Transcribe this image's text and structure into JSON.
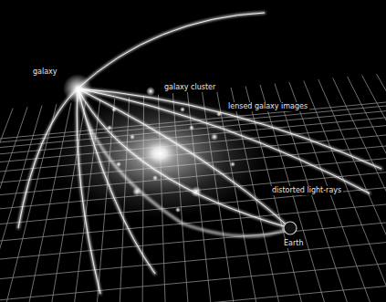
{
  "diagram": {
    "labels": [
      "galaxy",
      "galaxy cluster",
      "lensed galaxy images",
      "distorted light-rays",
      "Earth"
    ]
  }
}
